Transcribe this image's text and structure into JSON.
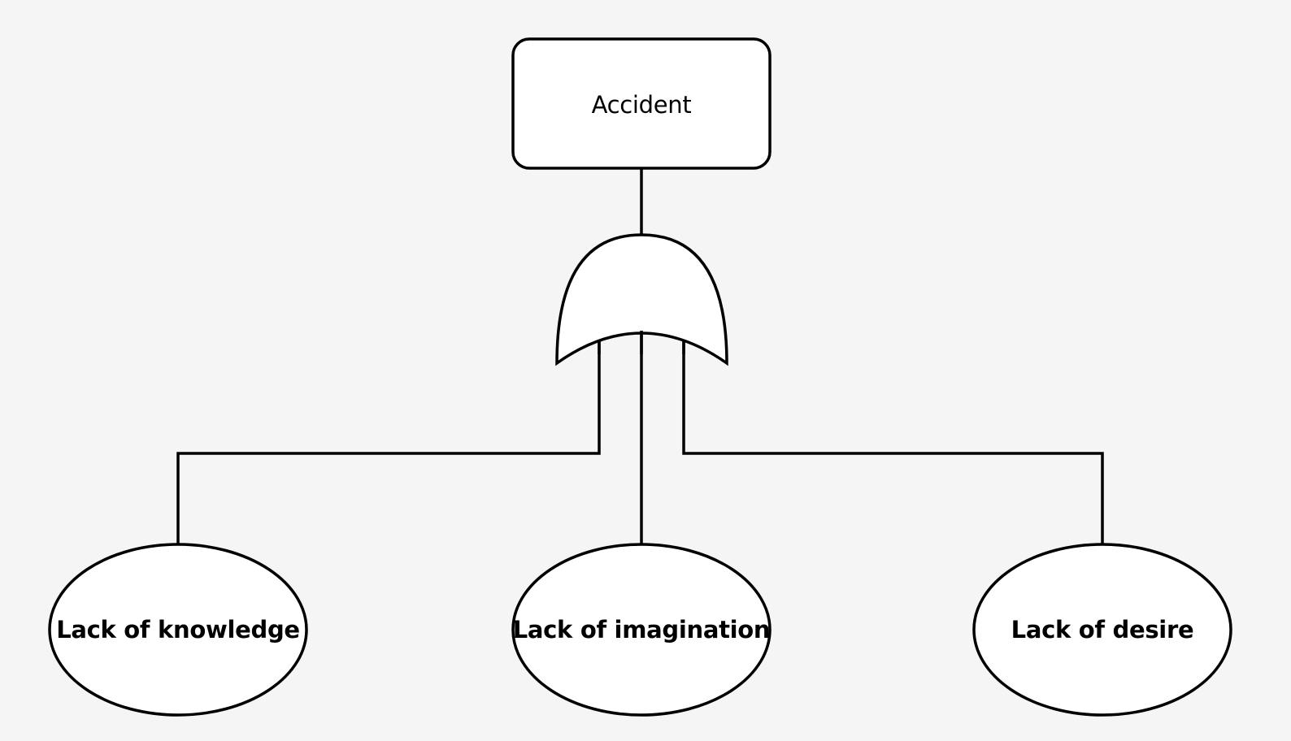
{
  "diagram": {
    "type": "fault-tree",
    "top_event": {
      "label": "Accident"
    },
    "gate": {
      "type": "OR",
      "icon": "or-gate-icon"
    },
    "basic_events": [
      {
        "label": "Lack of knowledge"
      },
      {
        "label": "Lack of imagination"
      },
      {
        "label": "Lack of desire"
      }
    ]
  }
}
